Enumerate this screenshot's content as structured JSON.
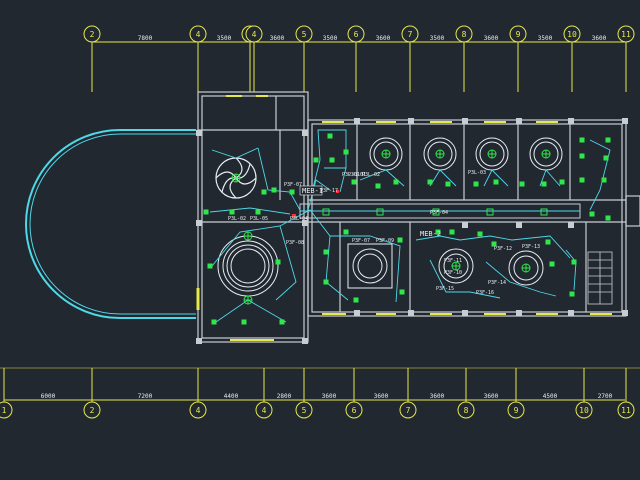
{
  "colors": {
    "background": "#212830",
    "grid": "#e8e84a",
    "wall": "#c8cdd2",
    "wiring": "#4fd8e8",
    "device": "#2ee84a",
    "label": "#e8eef2",
    "accent": "#ff3030"
  },
  "axes_top": [
    {
      "label": "2"
    },
    {
      "label": "4"
    },
    {
      "label": "2"
    },
    {
      "label": "4"
    },
    {
      "label": "5"
    },
    {
      "label": "6"
    },
    {
      "label": "7"
    },
    {
      "label": "8"
    },
    {
      "label": "9"
    },
    {
      "label": "10"
    },
    {
      "label": "11"
    }
  ],
  "dims_top": [
    "7800",
    "3500",
    "3600",
    "3500",
    "3600",
    "3500",
    "3600",
    "3500",
    "3600"
  ],
  "axes_bottom": [
    {
      "label": "1"
    },
    {
      "label": "2"
    },
    {
      "label": "4"
    },
    {
      "label": "4"
    },
    {
      "label": "5"
    },
    {
      "label": "6"
    },
    {
      "label": "7"
    },
    {
      "label": "8"
    },
    {
      "label": "9"
    },
    {
      "label": "10"
    },
    {
      "label": "11"
    }
  ],
  "dims_bottom": [
    "6000",
    "7200",
    "4400",
    "2800",
    "3600",
    "3600",
    "3600",
    "3600",
    "4500",
    "2700"
  ],
  "panels": {
    "main": "MEB-1",
    "sub": "MEB-2"
  },
  "circuit_labels": [
    "P3F-07",
    "P3L-01",
    "P3L-02",
    "P3L-03",
    "P3L-04",
    "P3L-02",
    "P3L-05",
    "P3F-08",
    "P3F-04",
    "P3L-01",
    "P3F-07",
    "P3F-09",
    "P3F-11",
    "P3F-10",
    "P3F-12",
    "P3F-13",
    "P3F-14",
    "P3F-15",
    "P3F-16",
    "P3F-17"
  ]
}
